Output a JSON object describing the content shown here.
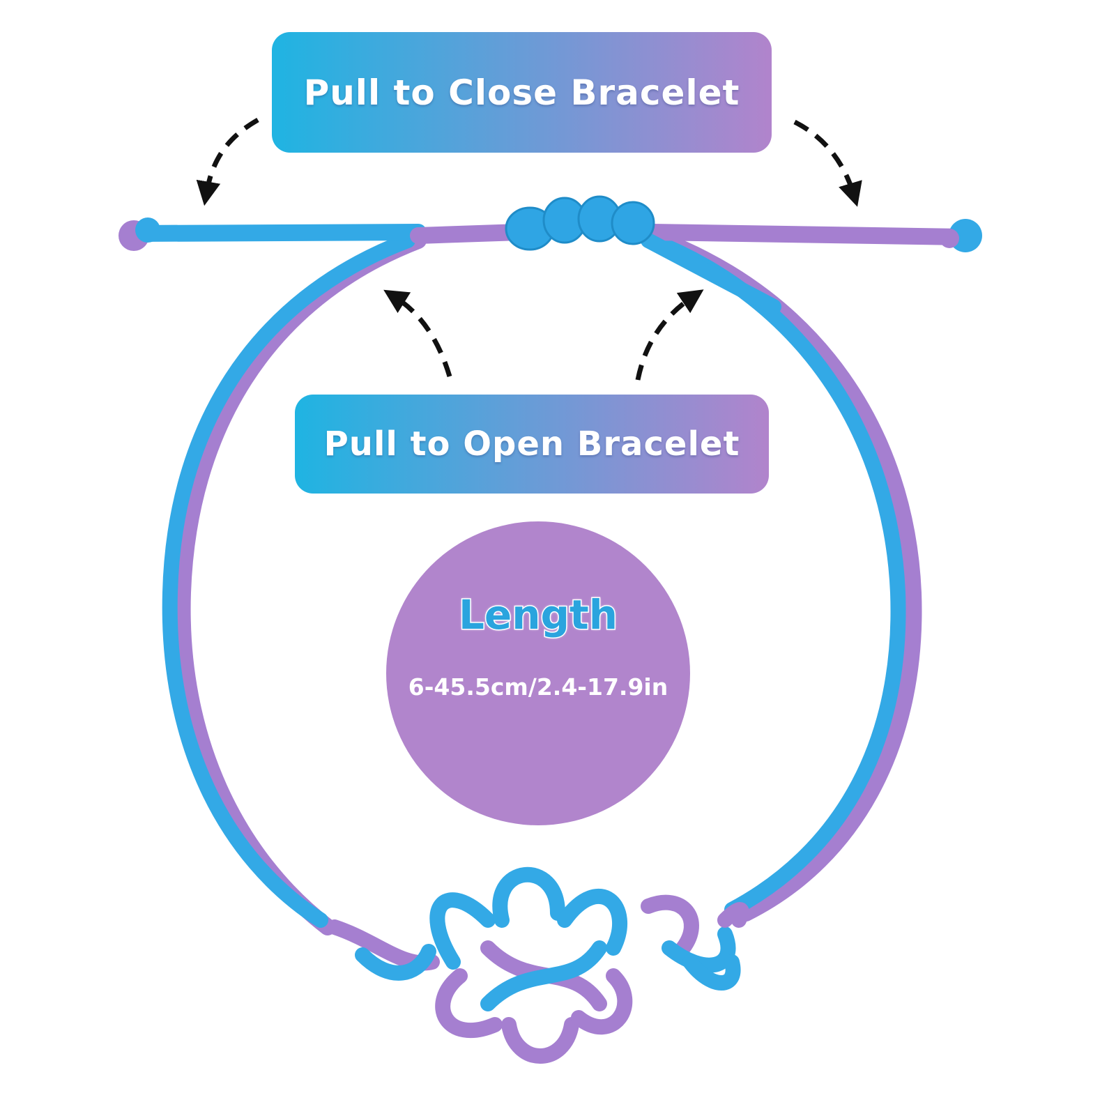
{
  "colors": {
    "cord_blue": "#33a9e6",
    "cord_purple": "#a57fd0",
    "gradient_start": "#1fb4e2",
    "gradient_end": "#b184cc",
    "circle_fill": "#b185cc",
    "length_title": "#2aa4de",
    "arrow": "#111111"
  },
  "banners": {
    "close_label": "Pull to Close Bracelet",
    "open_label": "Pull to Open Bracelet"
  },
  "length": {
    "title": "Length",
    "value": "6-45.5cm/2.4-17.9in"
  },
  "icons": {
    "arrows": [
      "curved-dashed-arrow-left-down",
      "curved-dashed-arrow-right-down",
      "curved-dashed-arrow-left-up",
      "curved-dashed-arrow-right-up"
    ],
    "product": "adjustable-cord-bracelet"
  }
}
